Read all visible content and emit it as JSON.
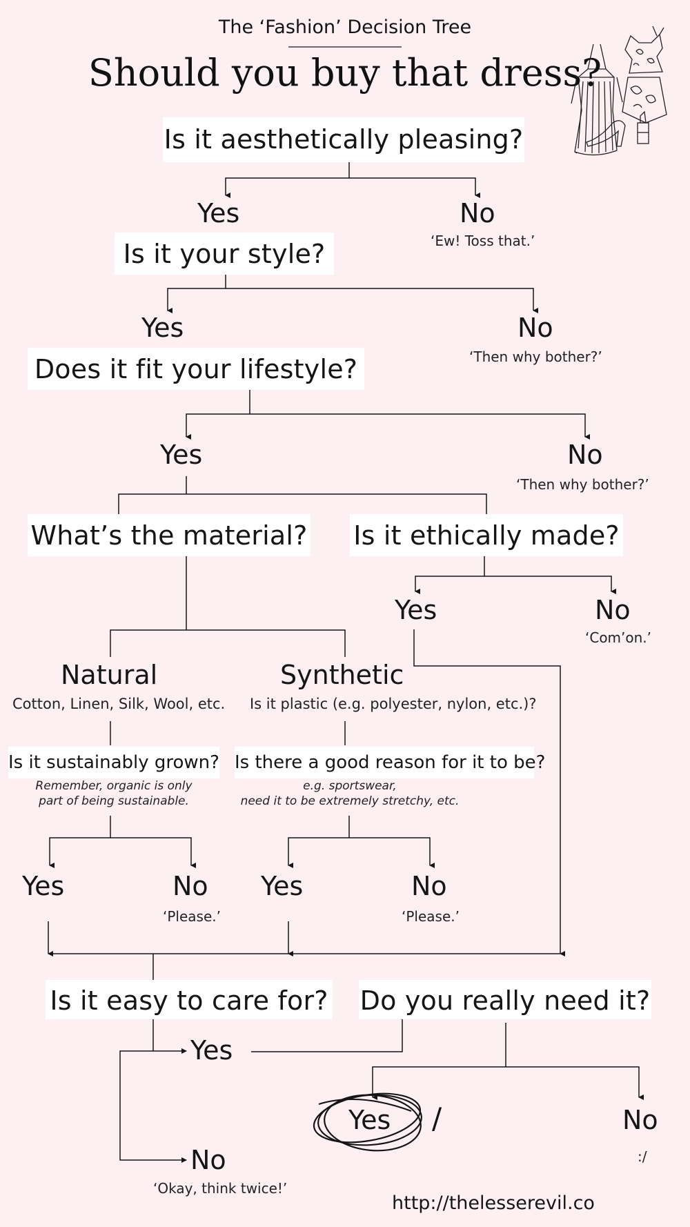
{
  "header": {
    "subtitle": "The ‘Fashion’ Decision Tree",
    "title": "Should you buy that dress?"
  },
  "tree": {
    "q1": "Is it aesthetically pleasing?",
    "q1_yes": "Yes",
    "q1_no": "No",
    "q1_no_note": "‘Ew! Toss that.’",
    "q2": "Is it your style?",
    "q2_yes": "Yes",
    "q2_no": "No",
    "q2_no_note": "‘Then why bother?’",
    "q3": "Does it fit your lifestyle?",
    "q3_yes": "Yes",
    "q3_no": "No",
    "q3_no_note": "‘Then why bother?’",
    "q4_material": "What’s the material?",
    "q4_ethical": "Is it ethically made?",
    "ethical_yes": "Yes",
    "ethical_no": "No",
    "ethical_no_note": "‘Com’on.’",
    "natural": "Natural",
    "natural_examples": "Cotton, Linen, Silk, Wool, etc.",
    "synthetic": "Synthetic",
    "synthetic_question": "Is it plastic (e.g. polyester, nylon, etc.)?",
    "sustain_q": "Is it sustainably grown?",
    "sustain_note_1": "Remember, organic is only",
    "sustain_note_2": "part of being sustainable.",
    "reason_q": "Is there a good reason for it to be?",
    "reason_note_1": "e.g. sportswear,",
    "reason_note_2": "need it to be extremely stretchy, etc.",
    "sustain_yes": "Yes",
    "sustain_no": "No",
    "sustain_no_note": "‘Please.’",
    "reason_yes": "Yes",
    "reason_no": "No",
    "reason_no_note": "‘Please.’",
    "care_q": "Is it easy to care for?",
    "need_q": "Do you really need it?",
    "care_yes": "Yes",
    "care_no": "No",
    "care_no_note": "‘Okay, think twice!’",
    "need_yes": "Yes",
    "need_yes_mark": "/",
    "need_no": "No",
    "need_no_note": ":/"
  },
  "footer": {
    "url": "http://thelesserevil.co"
  },
  "colors": {
    "background": "#fcf0f3",
    "box": "#ffffff",
    "ink": "#151515"
  },
  "icons": [
    "dress-illustration-icon",
    "top-illustration-icon",
    "shoe-icon",
    "lipstick-icon"
  ]
}
